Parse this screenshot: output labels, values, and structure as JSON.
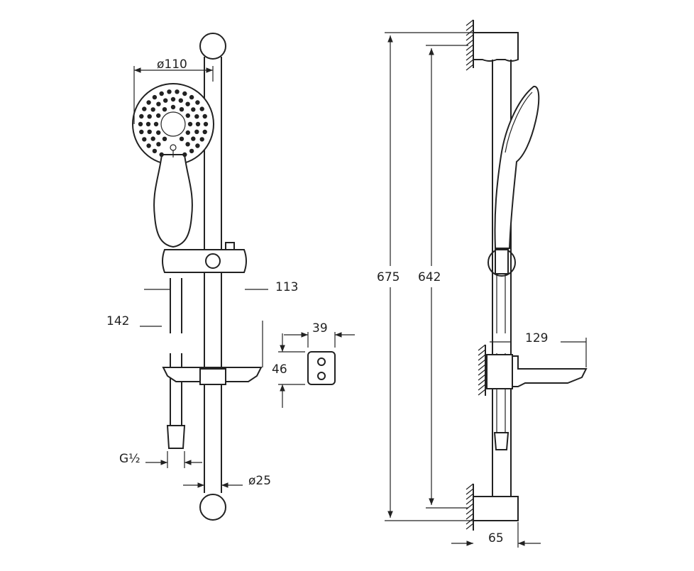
{
  "dimensions": {
    "head_diameter": "ø110",
    "holder_height": "113",
    "hose_length": "142",
    "clip_width": "39",
    "clip_height": "46",
    "hose_thread": "G½",
    "bar_diameter": "ø25",
    "bar_length_total": "675",
    "bar_length_centers": "642",
    "soap_dish_depth": "129",
    "wall_offset": "65"
  }
}
